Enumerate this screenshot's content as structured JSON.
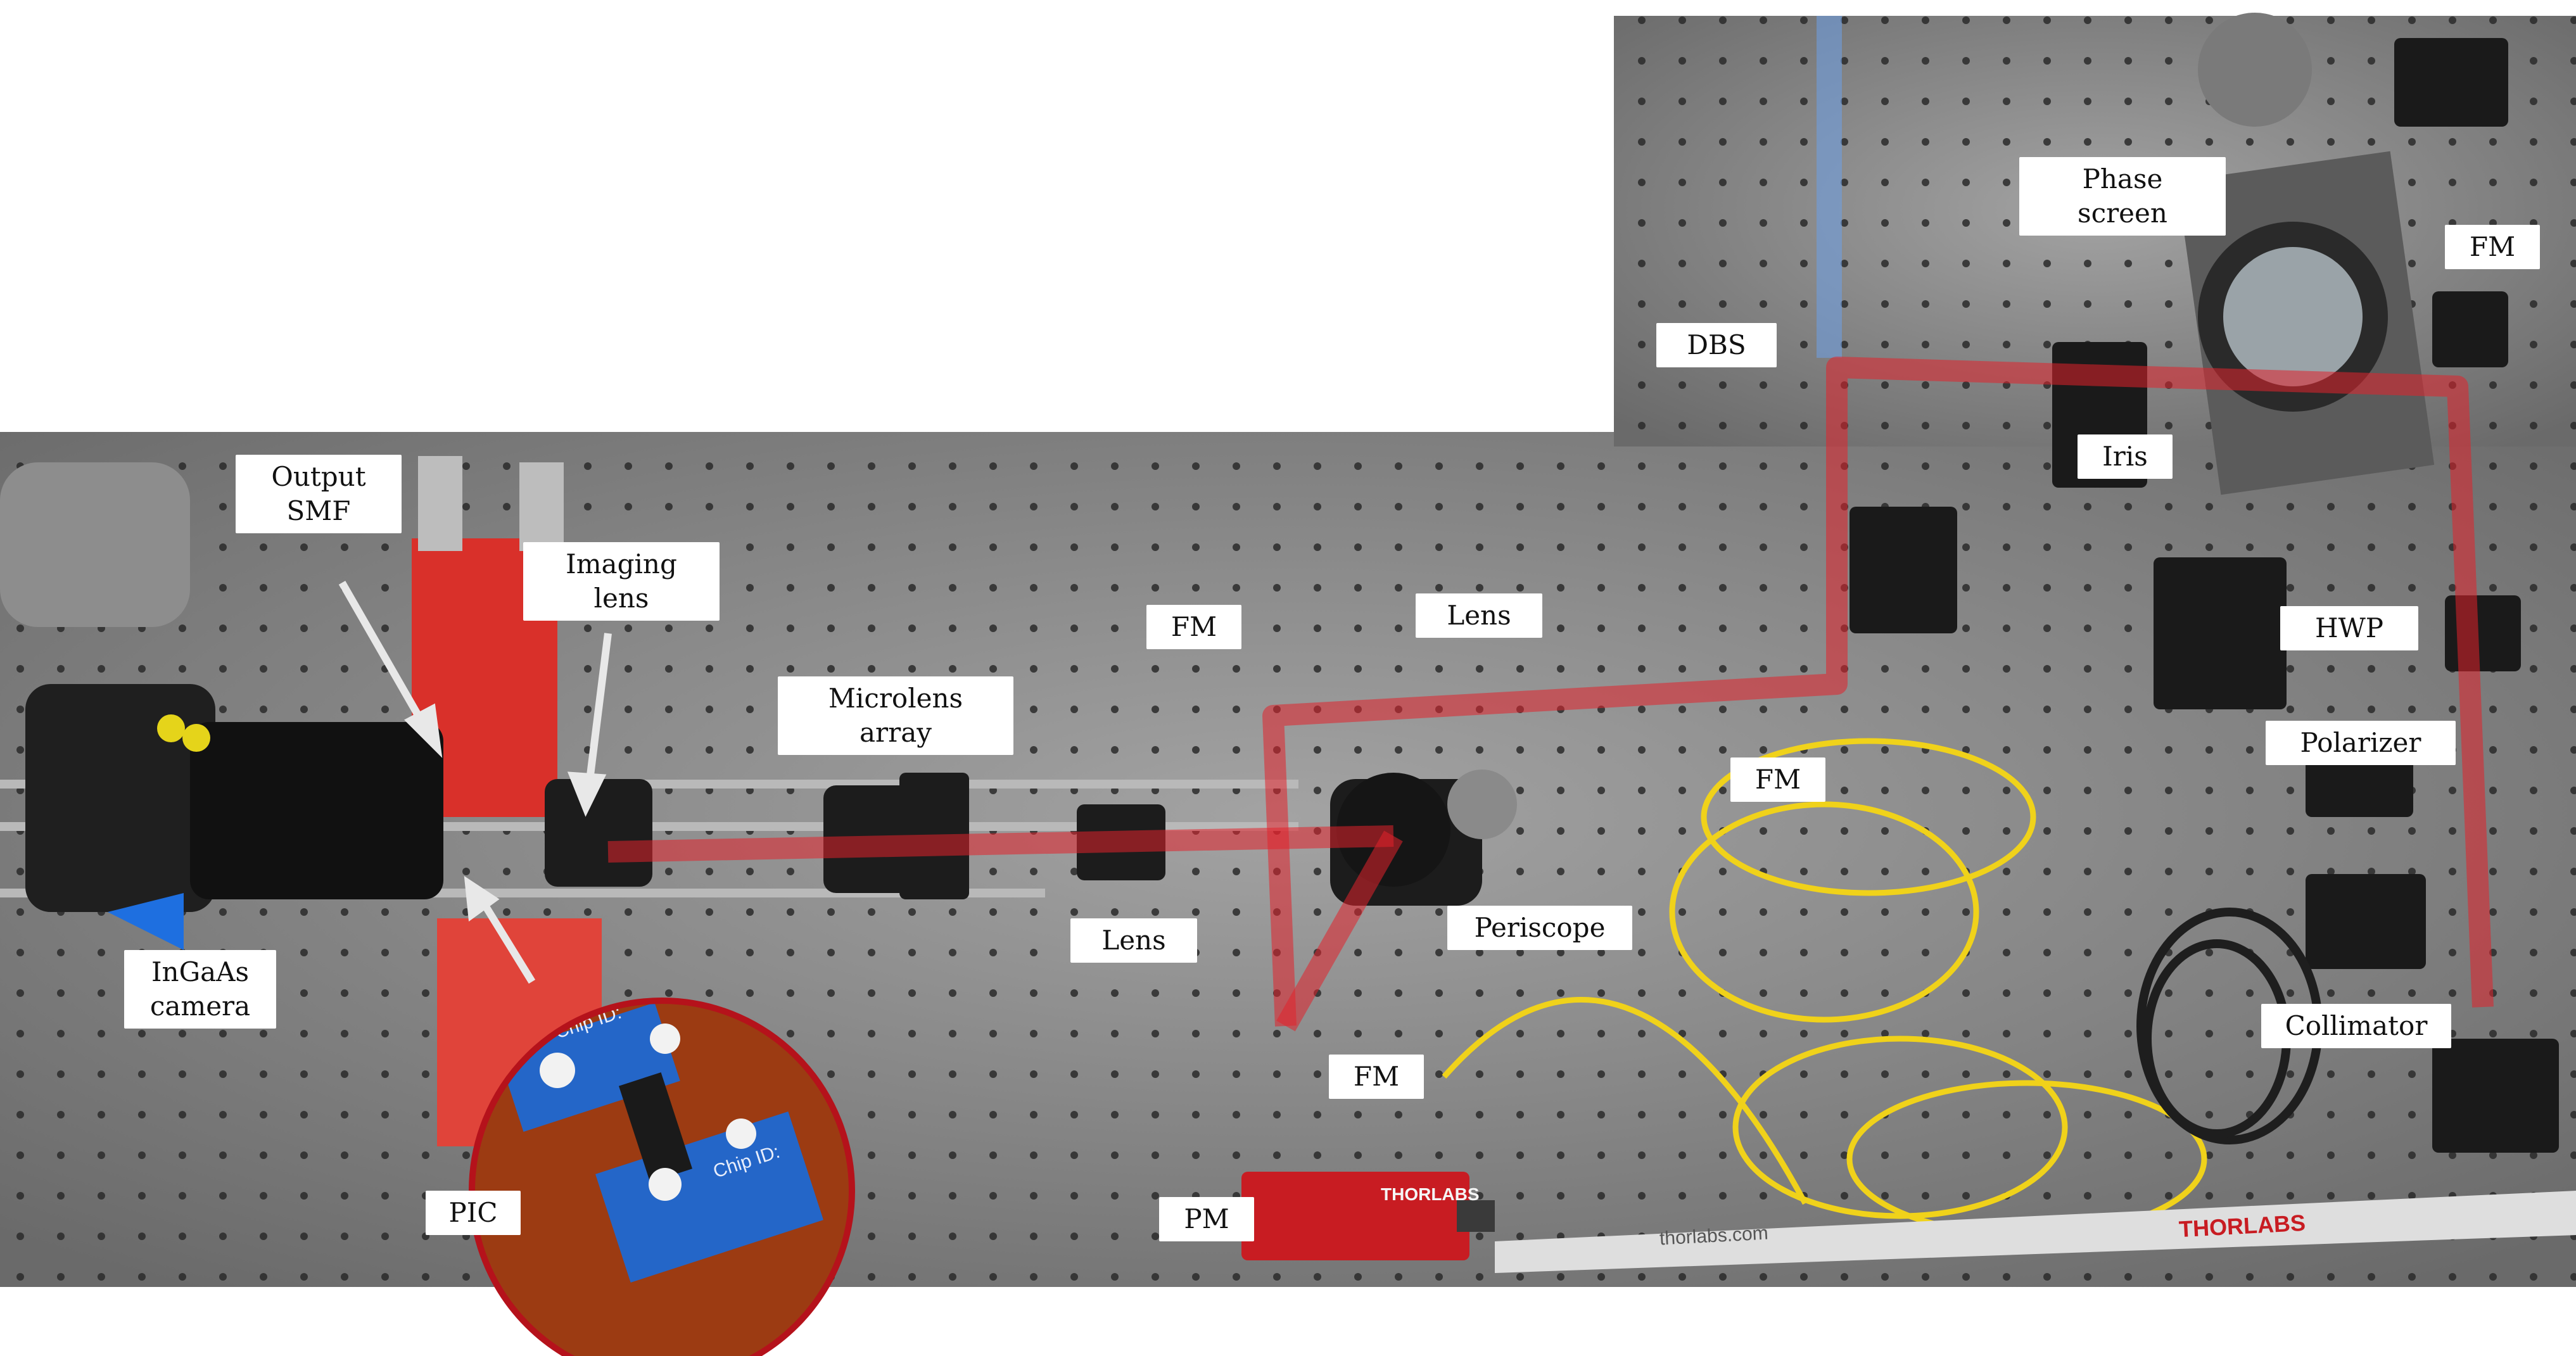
{
  "colors": {
    "page_background": "#ffffff",
    "optical_table": "#6f6f6f",
    "beam": "#e2232b",
    "mount_red": "#d9302a",
    "pcb_blue": "#1f5fb8",
    "fiber_yellow": "#f0d21a",
    "label_background": "#ffffff",
    "callout_arrow": "#e8e8e8",
    "inset_border": "#b5121b"
  },
  "labels": {
    "output_smf": "Output\nSMF",
    "imaging_lens": "Imaging\nlens",
    "microlens_array": "Microlens\narray",
    "fm_top_left": "FM",
    "lens_top": "Lens",
    "dbs": "DBS",
    "phase_screen": "Phase screen",
    "fm_top_right": "FM",
    "iris": "Iris",
    "hwp": "HWP",
    "polarizer": "Polarizer",
    "fm_center": "FM",
    "periscope": "Periscope",
    "lens_bottom": "Lens",
    "fm_bottom": "FM",
    "collimator": "Collimator",
    "ingaas_camera": "InGaAs\ncamera",
    "pic": "PIC",
    "pm": "PM"
  },
  "inset": {
    "chip_labels": [
      "Chip ID:",
      "Chip ID:"
    ]
  },
  "table_markings": {
    "ruler_text": "THORLABS",
    "ruler_url": "thorlabs.com",
    "device_brand": "THORLABS"
  },
  "icons": {
    "arrow_output_smf": "arrow-icon",
    "arrow_imaging_lens": "arrow-icon",
    "arrow_pic": "arrow-icon"
  }
}
